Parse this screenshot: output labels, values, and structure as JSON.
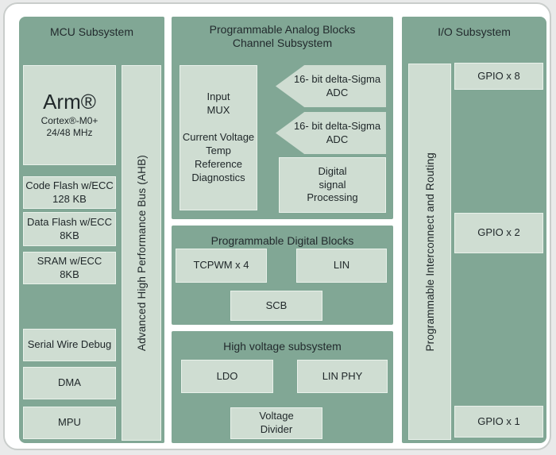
{
  "mcu": {
    "title": "MCU Subsystem",
    "cpu_title": "Arm®",
    "cpu_sub": "Cortex®-M0+\n24/48 MHz",
    "code_flash": "Code Flash w/ECC\n128 KB",
    "data_flash": "Data Flash w/ECC\n8KB",
    "sram": "SRAM w/ECC\n8KB",
    "swd": "Serial Wire Debug",
    "dma": "DMA",
    "mpu": "MPU",
    "bus": "Advanced High Performance Bus (AHB)"
  },
  "analog": {
    "title": "Programmable Analog Blocks\nChannel Subsystem",
    "input_mux": "Input\nMUX\n\nCurrent Voltage\nTemp\nReference\nDiagnostics",
    "adc1": "16- bit delta-Sigma\nADC",
    "adc2": "16- bit delta-Sigma\nADC",
    "dsp": "Digital\nsignal\nProcessing"
  },
  "digital": {
    "title": "Programmable Digital Blocks",
    "tcpwm": "TCPWM x 4",
    "lin": "LIN",
    "scb": "SCB"
  },
  "hv": {
    "title": "High voltage subsystem",
    "ldo": "LDO",
    "lin_phy": "LIN PHY",
    "voltage_divider": "Voltage\nDivider"
  },
  "io": {
    "title": "I/O Subsystem",
    "routing": "Programmable Interconnect and Routing",
    "gpio8": "GPIO x 8",
    "gpio2": "GPIO x 2",
    "gpio1": "GPIO x 1"
  },
  "colors": {
    "panel_green": "#81a795",
    "block_green": "#cfddd2",
    "text": "#20282a",
    "card_border": "#c9cdcb",
    "page_background": "#e9eaea"
  }
}
